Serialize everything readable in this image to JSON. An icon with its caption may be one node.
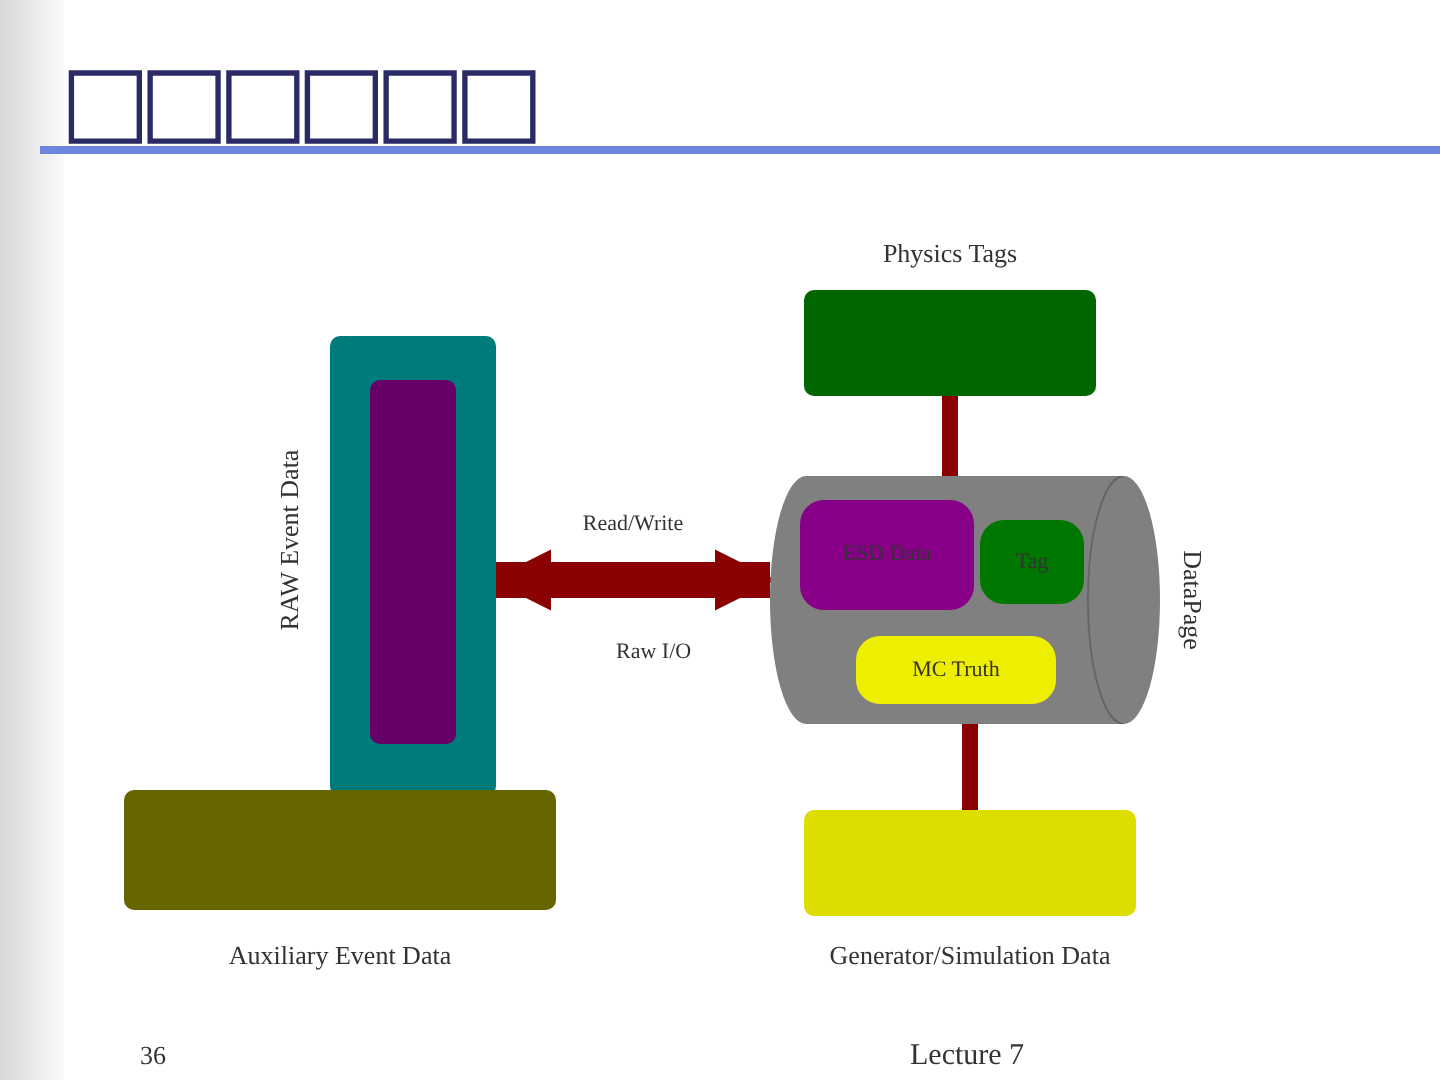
{
  "diagram": {
    "title": "□□□□□□",
    "nodes": [
      {
        "text": [
          "RAW Event Data"
        ]
      },
      {
        "text": [],
        "shape": "box",
        "in": 0
      },
      {
        "text": [
          "Auxiliary Event Data"
        ]
      },
      {
        "text": [
          "Physics Tags"
        ]
      },
      {
        "text": [
          "DataPage"
        ]
      },
      {
        "text": [
          "ESD Data"
        ],
        "in": 4
      },
      {
        "text": [
          "Tag"
        ],
        "in": 4
      },
      {
        "text": [
          "MC Truth"
        ],
        "in": 4
      },
      {
        "text": [
          "Generator/Simulation Data"
        ]
      }
    ],
    "edges": [
      {
        "from": 0,
        "to": 4,
        "arrow": "both",
        "label": "Read/Write",
        "style": "thick"
      },
      {
        "from": 3,
        "to": 4,
        "arrow": "none"
      },
      {
        "from": 4,
        "to": 8,
        "arrow": "none"
      }
    ],
    "labels": [
      "Raw I/O",
      "36",
      "Lecture 7"
    ]
  }
}
